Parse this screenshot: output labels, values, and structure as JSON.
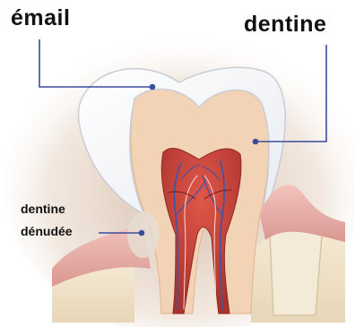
{
  "labels": {
    "enamel": "émail",
    "dentine": "dentine",
    "exposed_dentine_line1": "dentine",
    "exposed_dentine_line2": "dénudée"
  },
  "colors": {
    "enamel": "#ffffff",
    "dentine": "#f3d3b5",
    "pulp": "#c8423a",
    "nerve": "#3a56a8",
    "gum": "#e9b1ad",
    "bone": "#efe3cc",
    "leader_line": "#3b4c9b"
  }
}
